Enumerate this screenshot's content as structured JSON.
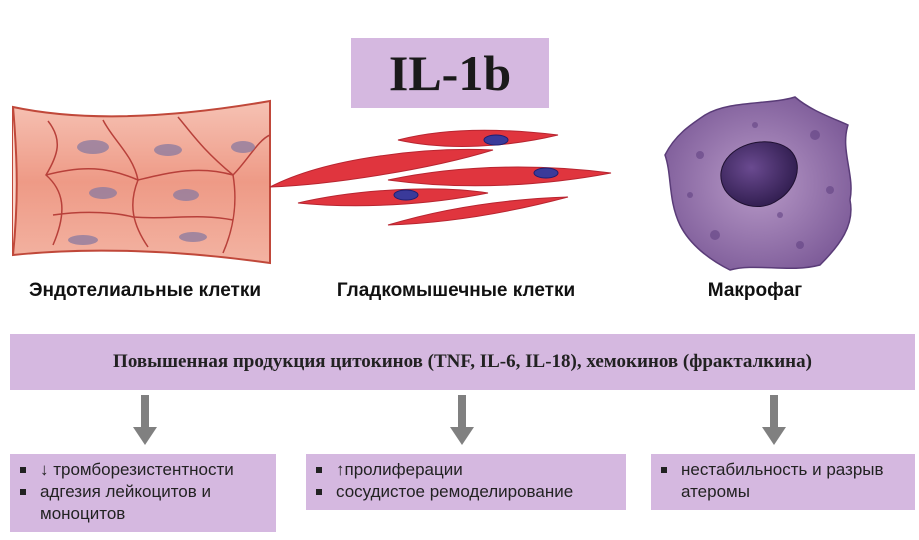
{
  "title": "IL-1b",
  "cells": [
    {
      "label": "Эндотелиальные клетки"
    },
    {
      "label": "Гладкомышечные клетки"
    },
    {
      "label": "Макрофаг"
    }
  ],
  "banner": "Повышенная продукция цитокинов (TNF, IL-6, IL-18), хемокинов (фракталкина)",
  "effects": [
    {
      "items": [
        "↓ тромборезистентности",
        "адгезия лейкоцитов и моноцитов"
      ]
    },
    {
      "items": [
        "↑пролиферации",
        "сосудистое ремоделирование"
      ]
    },
    {
      "items": [
        "нестабильность и разрыв атеромы"
      ]
    }
  ],
  "colors": {
    "box": "#d5b8e0",
    "arrow": "#808080",
    "endothelial": "#e98a78",
    "smooth_muscle": "#e0353e",
    "macrophage": "#8a64a4"
  }
}
